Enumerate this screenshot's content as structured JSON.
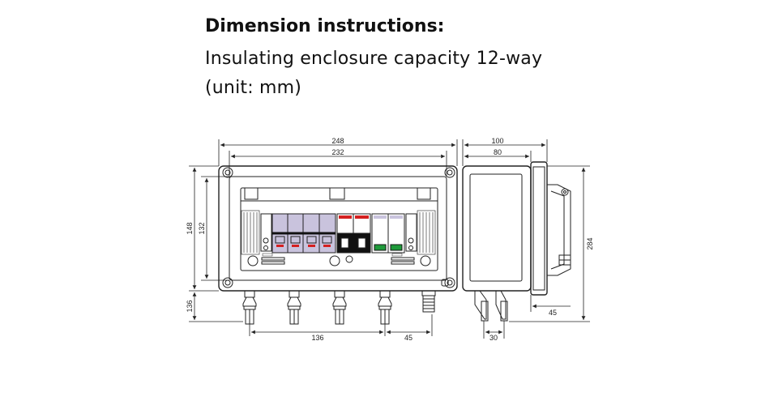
{
  "title": "Dimension instructions:",
  "description": "Insulating enclosure capacity 12-way",
  "unit_note": "(unit: mm)",
  "dimensions": {
    "front_total_width": "248",
    "front_inner_width": "232",
    "front_total_height": "148",
    "front_inner_height": "132",
    "connector_height": "136",
    "connector_span": "136",
    "gland_offset": "45",
    "side_total_depth": "100",
    "side_inner_depth": "80",
    "side_total_height": "284",
    "side_bottom_offset": "45",
    "side_connector_spacing": "30"
  },
  "colors": {
    "line": "#222222",
    "breaker_red": "#d42020",
    "spd_green": "#1f9a3a",
    "breaker_lilac": "#c9c3dd",
    "handle_black": "#111111"
  }
}
